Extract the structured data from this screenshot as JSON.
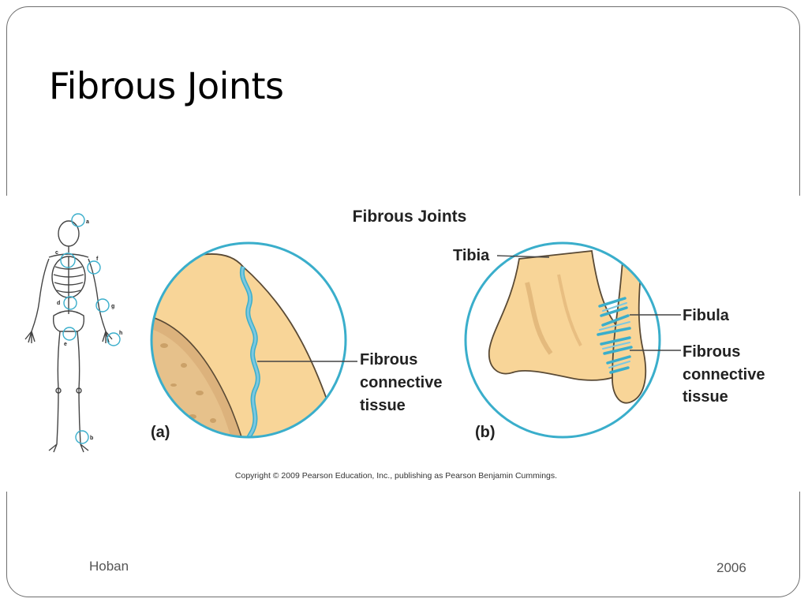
{
  "slide": {
    "title": "Fibrous Joints",
    "footer_left": "Hoban",
    "footer_right": "2006"
  },
  "figure": {
    "heading": "Fibrous Joints",
    "skeleton_letters": [
      "a",
      "c",
      "f",
      "d",
      "g",
      "h",
      "e",
      "b"
    ],
    "panel_a": {
      "tag": "(a)",
      "label_lines": [
        "Fibrous",
        "connective",
        "tissue"
      ]
    },
    "panel_b": {
      "tag": "(b)",
      "tibia_label": "Tibia",
      "fibula_label": "Fibula",
      "label_lines": [
        "Fibrous",
        "connective",
        "tissue"
      ]
    },
    "copyright": "Copyright © 2009 Pearson Education, Inc., publishing as Pearson Benjamin Cummings."
  },
  "colors": {
    "bone": "#f8d598",
    "bone_outline": "#5a4a35",
    "circle": "#3aaecb",
    "tissue": "#7cc8e0"
  }
}
